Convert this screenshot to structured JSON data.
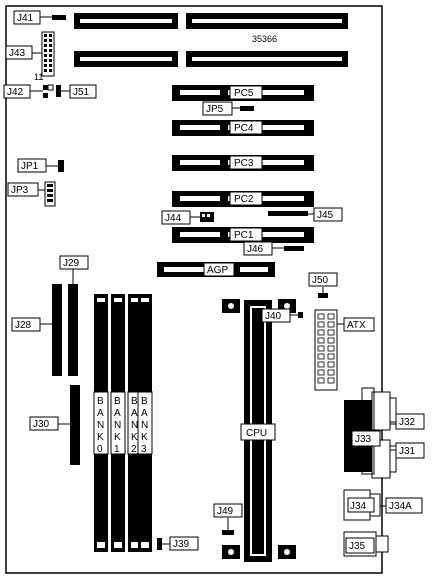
{
  "board": {
    "part_number": "35366",
    "pin_one_marker": "11"
  },
  "slots": {
    "pc5": "PC5",
    "pc4": "PC4",
    "pc3": "PC3",
    "pc2": "PC2",
    "pc1": "PC1",
    "agp": "AGP"
  },
  "processor": {
    "cpu": "CPU"
  },
  "power": {
    "atx": "ATX"
  },
  "memory": {
    "banks": [
      {
        "letters": [
          "B",
          "A",
          "N",
          "K",
          "0"
        ]
      },
      {
        "letters": [
          "B",
          "A",
          "N",
          "K",
          "1"
        ]
      },
      {
        "letters": [
          "B",
          "A",
          "N",
          "K",
          "2"
        ]
      },
      {
        "letters": [
          "B",
          "A",
          "N",
          "K",
          "3"
        ]
      }
    ]
  },
  "jumpers": {
    "j41": "J41",
    "j43": "J43",
    "j42": "J42",
    "j51": "J51",
    "jp5": "JP5",
    "jp1": "JP1",
    "jp3": "JP3",
    "j44": "J44",
    "j45": "J45",
    "j46": "J46",
    "j29": "J29",
    "j28": "J28",
    "j50": "J50",
    "j40": "J40",
    "j30": "J30",
    "j32": "J32",
    "j33": "J33",
    "j31": "J31",
    "j34": "J34",
    "j34a": "J34A",
    "j49": "J49",
    "j39": "J39",
    "j35": "J35"
  }
}
